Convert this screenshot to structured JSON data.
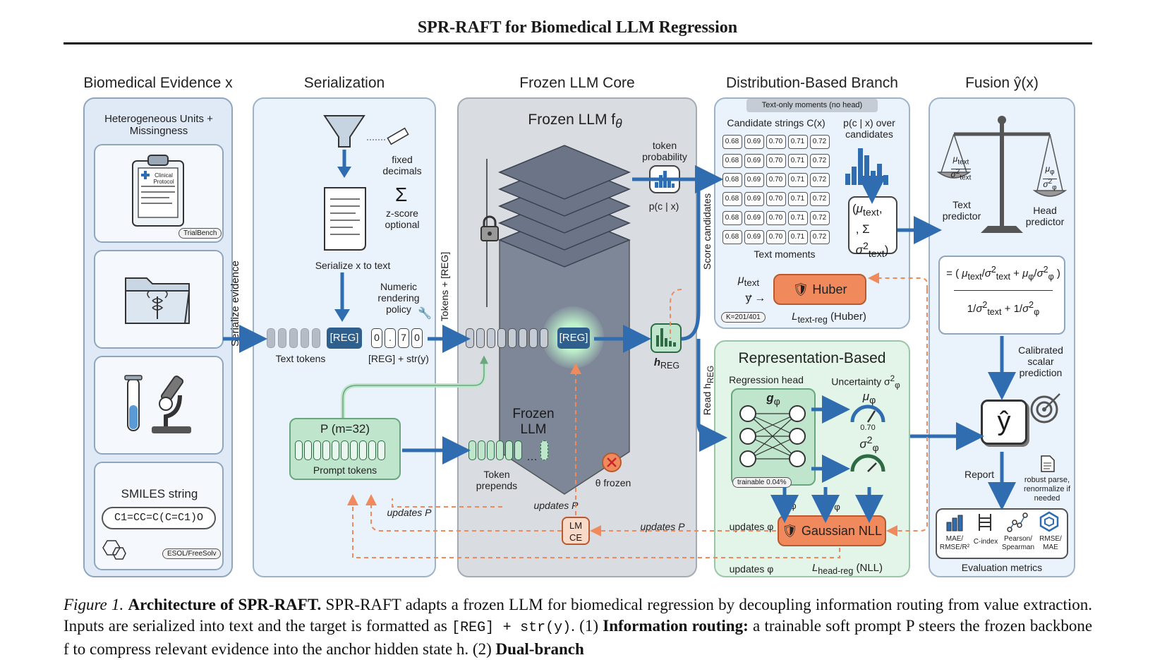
{
  "page_title": "SPR-RAFT for Biomedical LLM Regression",
  "columns": {
    "evidence": "Biomedical Evidence x",
    "serialization": "Serialization",
    "frozen_core": "Frozen LLM Core",
    "dist_branch": "Distribution-Based Branch",
    "fusion": "Fusion ŷ(x)"
  },
  "evidence": {
    "subtitle": "Heterogeneous Units + Missingness",
    "clinical_protocol": "Clinical Protocol",
    "trialbench": "TrialBench",
    "smiles_title": "SMILES string",
    "smiles_value": "C1=CC=C(C=C1)O",
    "esol": "ESOL/FreeSolv",
    "serialize_evidence": "Serialize evidence"
  },
  "serialization": {
    "fixed_decimals": "fixed decimals",
    "zscore": "z-score optional",
    "serialize_x": "Serialize x to text",
    "numeric_policy": "Numeric rendering policy",
    "text_tokens": "Text tokens",
    "reg_token": "[REG]",
    "digits": [
      "0",
      ".",
      "7",
      "0"
    ],
    "reg_str": "[REG] + str(y)",
    "tokens_reg": "Tokens + [REG]",
    "prompt_title": "P (m=32)",
    "prompt_tokens": "Prompt tokens",
    "updates_p": "updates P"
  },
  "core": {
    "title": "Frozen LLM f",
    "title_sub": "θ",
    "frozen_llm": "Frozen LLM",
    "token_prob": "token probability",
    "p_c_x": "p(c | x)",
    "reg_token": "[REG]",
    "h_reg": "h",
    "h_reg_sub": "REG",
    "token_prepends": "Token prepends",
    "theta_frozen": "θ frozen",
    "updates_p": "updates P",
    "lm_ce": "LM CE",
    "score_candidates": "Score candidates",
    "read_h": "Read h",
    "read_h_sub": "REG"
  },
  "dist": {
    "text_only": "Text-only moments (no head)",
    "candidate_strings": "Candidate strings C(x)",
    "candidate_values": [
      "0.68",
      "0.69",
      "0.70",
      "0.71",
      "0.72"
    ],
    "pcx_over": "p(c | x) over candidates",
    "moments_mu": "μ",
    "text_moments": "Text moments",
    "mu_text": "μ",
    "y": "y",
    "huber": "Huber",
    "k_label": "K=201/401",
    "l_text_reg": "L",
    "l_text_reg_sub": "text-reg",
    "l_text_reg_suffix": "(Huber)"
  },
  "rep": {
    "title": "Representation-Based",
    "regression_head": "Regression head",
    "g_phi": "g",
    "uncertainty": "Uncertainty σ",
    "trainable": "trainable 0.04%",
    "mu_phi": "μ",
    "gauge_value": "0.70",
    "gaussian_nll": "Gaussian NLL",
    "updates_phi": "updates φ",
    "updates_p": "updates P",
    "l_head_reg": "L",
    "l_head_reg_sub": "head-reg",
    "l_head_reg_suffix": "(NLL)",
    "y": "y"
  },
  "fusion": {
    "text_predictor": "Text predictor",
    "head_predictor": "Head predictor",
    "calibrated": "Calibrated scalar prediction",
    "y_hat": "ŷ",
    "report": "Report",
    "robust_parse": "robust parse, renormalize if needed",
    "metrics": [
      "MAE/ RMSE/R²",
      "C-index",
      "Pearson/ Spearman",
      "RMSE/ MAE"
    ],
    "eval_metrics": "Evaluation metrics"
  },
  "caption": {
    "figure": "Figure 1.",
    "bold": "Architecture of SPR-RAFT.",
    "text1": "SPR-RAFT adapts a frozen LLM for biomedical regression by decoupling information routing from value extraction. Inputs are serialized into text and the target is formatted as",
    "code": "[REG] + str(y)",
    "text2": ". (1)",
    "bold2": "Information routing:",
    "text3": "a trainable soft prompt P steers the frozen backbone f",
    "text4": "to compress relevant evidence into the anchor hidden state h",
    "text5": ". (2)",
    "bold3": "Dual-branch"
  },
  "colors": {
    "accent_blue": "#2f6db0",
    "huber_orange": "#f08a5d",
    "prompt_green": "#bfe6cc"
  }
}
